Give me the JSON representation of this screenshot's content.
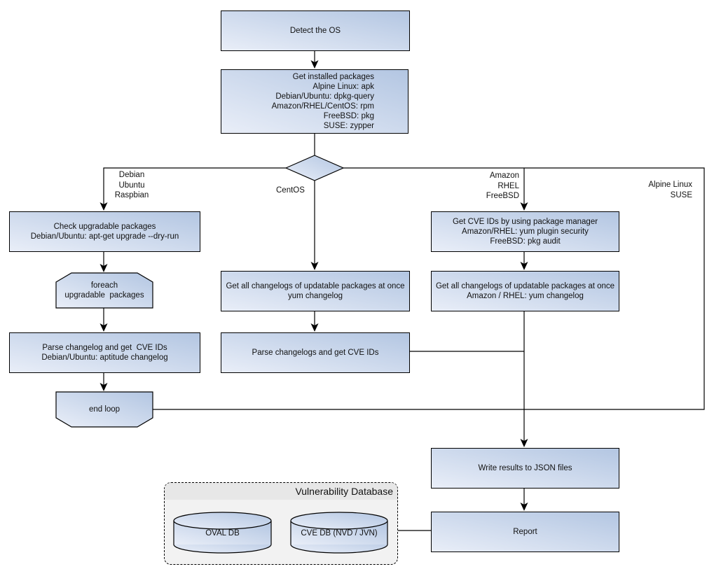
{
  "diagram": {
    "nodes": {
      "detect_os": "Detect the OS",
      "get_installed_packages": "Get installed packages\nAlpine Linux: apk\nDebian/Ubuntu: dpkg-query\nAmazon/RHEL/CentOS: rpm\nFreeBSD: pkg\nSUSE: zypper",
      "check_upgradable": "Check upgradable packages\nDebian/Ubuntu: apt-get upgrade --dry-run",
      "foreach_loop": "foreach\nupgradable  packages",
      "parse_changelog_debian": "Parse changelog and get  CVE IDs\nDebian/Ubuntu: aptitude changelog",
      "end_loop": "end loop",
      "get_changelogs_centos": "Get all changelogs of updatable packages at once\nyum changelog",
      "parse_changelogs_centos": "Parse changelogs and get CVE IDs",
      "get_cve_ids_pkg_manager": "Get CVE IDs by using package manager\nAmazon/RHEL: yum plugin security\nFreeBSD: pkg audit",
      "get_changelogs_amazon": "Get all changelogs of updatable packages at once\nAmazon / RHEL: yum changelog",
      "write_results": "Write results to JSON files",
      "report": "Report"
    },
    "branch_labels": {
      "debian": "Debian\nUbuntu\nRaspbian",
      "centos": "CentOS",
      "amazon": "Amazon\nRHEL\nFreeBSD",
      "alpine": "Alpine Linux\nSUSE"
    },
    "database": {
      "title": "Vulnerability Database",
      "oval_db": "OVAL DB",
      "cve_db": "CVE DB (NVD / JVN)"
    },
    "colors": {
      "node_gradient_light": "#e9eef8",
      "node_gradient_dark": "#b3c6e2",
      "line_color": "#000000",
      "db_panel_bg": "#f2f2f2",
      "db_panel_header_bg": "#e7e7e7"
    }
  }
}
